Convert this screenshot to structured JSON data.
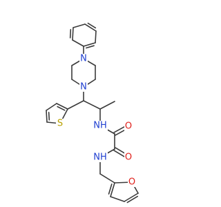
{
  "colors": {
    "bond": "#3a3a3a",
    "N": "#1f3fd0",
    "O": "#e0201b",
    "S": "#b8a000",
    "C": "#3a3a3a",
    "background": "#ffffff"
  },
  "atoms": [
    {
      "id": "N_pip_top",
      "element": "N",
      "label": "N"
    },
    {
      "id": "N_pip_bottom",
      "element": "N",
      "label": "N"
    },
    {
      "id": "S_thiophene",
      "element": "S",
      "label": "S"
    },
    {
      "id": "NH_amide1",
      "element": "N",
      "label": "NH"
    },
    {
      "id": "O_carbonyl1",
      "element": "O",
      "label": "O"
    },
    {
      "id": "O_carbonyl2",
      "element": "O",
      "label": "O"
    },
    {
      "id": "NH_amide2",
      "element": "N",
      "label": "NH"
    },
    {
      "id": "O_furan",
      "element": "O",
      "label": "O"
    }
  ]
}
